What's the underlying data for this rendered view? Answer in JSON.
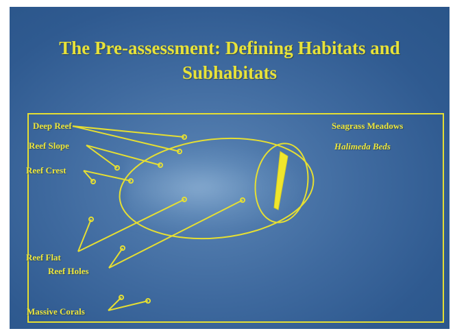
{
  "slide": {
    "title_line1": "The Pre-assessment: Defining Habitats and",
    "title_line2": "Subhabitats",
    "labels": {
      "deep_reef": "Deep Reef",
      "reef_slope": "Reef Slope",
      "reef_crest": "Reef Crest",
      "reef_flat": "Reef Flat",
      "reef_holes": "Reef Holes",
      "massive_corals": "Massive Corals",
      "seagrass_meadows": "Seagrass Meadows",
      "halimeda_beds": "Halimeda Beds"
    }
  },
  "colors": {
    "accent": "#e6df32",
    "background": "#3f6a9f"
  }
}
